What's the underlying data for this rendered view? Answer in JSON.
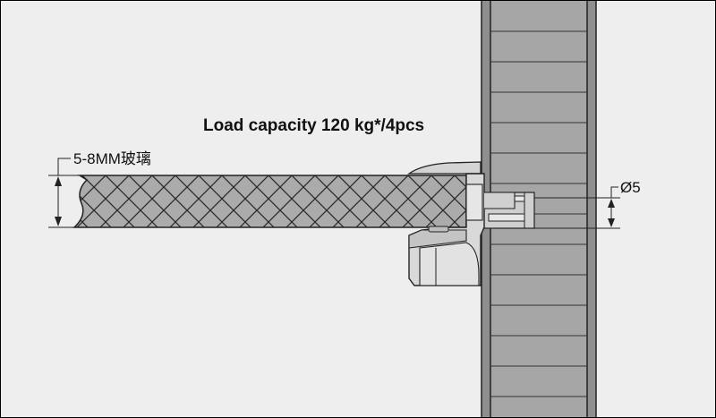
{
  "labels": {
    "load_capacity": "Load capacity 120 kg*/4pcs",
    "glass_thickness": "5-8MM玻璃",
    "pin_diameter": "Ø5"
  },
  "colors": {
    "background": "#eeeeee",
    "wall_fill": "#9a9a9a",
    "wall_brick": "#a6a6a6",
    "glass_fill": "#ababab",
    "bracket_fill": "#d8d8d8",
    "outline": "#222222"
  }
}
